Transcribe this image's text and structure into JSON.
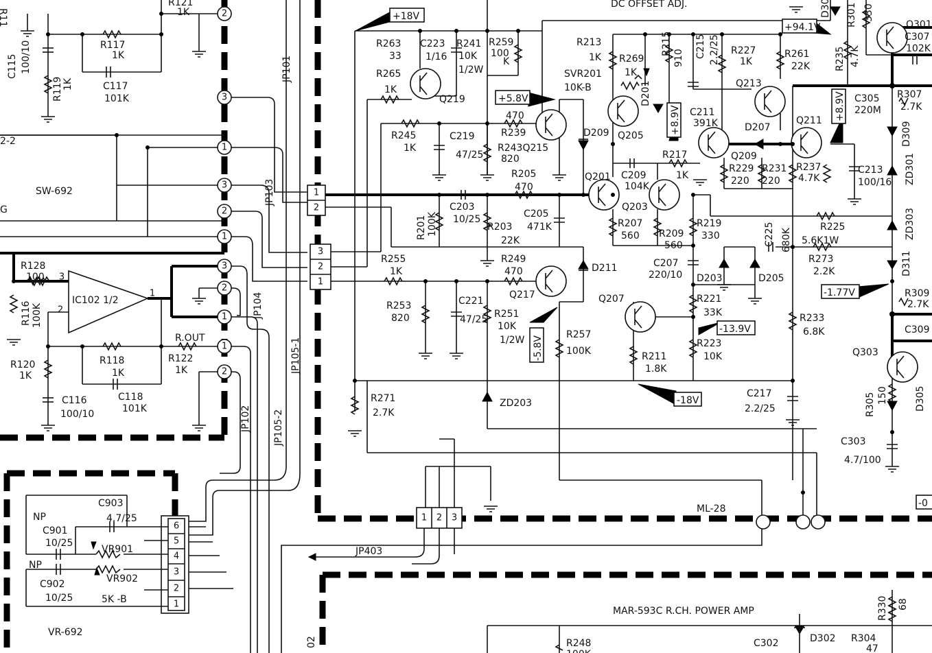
{
  "title_top": "DC OFFSET ADJ.",
  "title_power_amp": "MAR-593C  R.CH. POWER AMP",
  "boards": {
    "sw": "SW-692",
    "vr": "VR-692",
    "ml": "ML-28"
  },
  "jumpers": {
    "jp101": "JP101",
    "jp102": "JP102",
    "jp103": "JP103",
    "jp104": "JP104",
    "jp105_1": "JP105-1",
    "jp105_2": "JP105-2",
    "jp403": "JP403"
  },
  "net_labels": {
    "left_22": "2-2",
    "left_g": "G",
    "rout": "R.OUT"
  },
  "voltages": {
    "plus18": "+18V",
    "plus5_8": "+5.8V",
    "minus5_8": "-5.8V",
    "minus18": "-18V",
    "plus94_1": "+94.1V",
    "plus8_9a": "+8.9V",
    "plus8_9b": "+8.9V",
    "minus13_9": "-13.9V",
    "minus1_77": "-1.77V",
    "minus_edge": "-0"
  },
  "components": [
    {
      "id": "r111",
      "text": "R11"
    },
    {
      "id": "r121",
      "text": "R121"
    },
    {
      "id": "r121v",
      "text": "1K"
    },
    {
      "id": "c115",
      "text": "C115"
    },
    {
      "id": "c115v",
      "text": "100/10"
    },
    {
      "id": "r119",
      "text": "R119"
    },
    {
      "id": "r119v",
      "text": "1K"
    },
    {
      "id": "r117",
      "text": "R117"
    },
    {
      "id": "r117v",
      "text": "1K"
    },
    {
      "id": "c117",
      "text": "C117"
    },
    {
      "id": "c117v",
      "text": "101K"
    },
    {
      "id": "r128",
      "text": "R128"
    },
    {
      "id": "r128v",
      "text": "100"
    },
    {
      "id": "r116",
      "text": "R116"
    },
    {
      "id": "r116v",
      "text": "100K"
    },
    {
      "id": "ic102",
      "text": "IC102 1/2"
    },
    {
      "id": "r118",
      "text": "R118"
    },
    {
      "id": "r118v",
      "text": "1K"
    },
    {
      "id": "c118",
      "text": "C118"
    },
    {
      "id": "c118v",
      "text": "101K"
    },
    {
      "id": "r120",
      "text": "R120"
    },
    {
      "id": "r120v",
      "text": "1K"
    },
    {
      "id": "c116",
      "text": "C116"
    },
    {
      "id": "c116v",
      "text": "100/10"
    },
    {
      "id": "r122",
      "text": "R122"
    },
    {
      "id": "r122v",
      "text": "1K"
    },
    {
      "id": "c903",
      "text": "C903"
    },
    {
      "id": "c903v",
      "text": "4.7/25"
    },
    {
      "id": "np1",
      "text": "NP"
    },
    {
      "id": "c901",
      "text": "C901"
    },
    {
      "id": "c901v",
      "text": "10/25"
    },
    {
      "id": "vr901",
      "text": "VR901"
    },
    {
      "id": "np2",
      "text": "NP"
    },
    {
      "id": "vr902",
      "text": "VR902"
    },
    {
      "id": "c902",
      "text": "C902"
    },
    {
      "id": "c902v",
      "text": "10/25"
    },
    {
      "id": "vr902v",
      "text": "5K -B"
    },
    {
      "id": "r263",
      "text": "R263"
    },
    {
      "id": "r263v",
      "text": "33"
    },
    {
      "id": "c223",
      "text": "C223"
    },
    {
      "id": "c223v",
      "text": "1/16"
    },
    {
      "id": "r241",
      "text": "R241"
    },
    {
      "id": "r241v",
      "text": "10K"
    },
    {
      "id": "r241w",
      "text": "1/2W"
    },
    {
      "id": "r259",
      "text": "R259"
    },
    {
      "id": "r259v",
      "text": "100"
    },
    {
      "id": "r259k",
      "text": "K"
    },
    {
      "id": "r265",
      "text": "R265"
    },
    {
      "id": "r265v",
      "text": "1K"
    },
    {
      "id": "q219",
      "text": "Q219"
    },
    {
      "id": "r245",
      "text": "R245"
    },
    {
      "id": "r245v",
      "text": "1K"
    },
    {
      "id": "c219",
      "text": "C219"
    },
    {
      "id": "c219v",
      "text": "47/25"
    },
    {
      "id": "r239n",
      "text": "470"
    },
    {
      "id": "r239",
      "text": "R239"
    },
    {
      "id": "r243",
      "text": "R243Q215"
    },
    {
      "id": "r243v",
      "text": "820"
    },
    {
      "id": "r205",
      "text": "R205"
    },
    {
      "id": "r205v",
      "text": "470"
    },
    {
      "id": "r213",
      "text": "R213"
    },
    {
      "id": "r213v",
      "text": "1K"
    },
    {
      "id": "r269",
      "text": "R269"
    },
    {
      "id": "r269v",
      "text": "1K"
    },
    {
      "id": "r215",
      "text": "R215"
    },
    {
      "id": "r215v",
      "text": "910"
    },
    {
      "id": "c215",
      "text": "C215"
    },
    {
      "id": "c215v",
      "text": "2.2/25"
    },
    {
      "id": "r227",
      "text": "R227"
    },
    {
      "id": "r227v",
      "text": "1K"
    },
    {
      "id": "r261",
      "text": "R261"
    },
    {
      "id": "r261v",
      "text": "22K"
    },
    {
      "id": "r235",
      "text": "R235"
    },
    {
      "id": "r235v",
      "text": "4.7K"
    },
    {
      "id": "r301",
      "text": "R301"
    },
    {
      "id": "r301v",
      "text": "330"
    },
    {
      "id": "d30",
      "text": "D30"
    },
    {
      "id": "q301",
      "text": "Q301"
    },
    {
      "id": "c307",
      "text": "C307"
    },
    {
      "id": "c307v",
      "text": "102K"
    },
    {
      "id": "svr201",
      "text": "SVR201"
    },
    {
      "id": "svr201v",
      "text": "10K-B"
    },
    {
      "id": "d201",
      "text": "D201"
    },
    {
      "id": "q213",
      "text": "Q213"
    },
    {
      "id": "c305",
      "text": "C305"
    },
    {
      "id": "c305v",
      "text": "220M"
    },
    {
      "id": "r307",
      "text": "R307"
    },
    {
      "id": "r307v",
      "text": "2.7K"
    },
    {
      "id": "d209",
      "text": "D209"
    },
    {
      "id": "q205",
      "text": "Q205"
    },
    {
      "id": "c211",
      "text": "C211"
    },
    {
      "id": "c211v",
      "text": "391K"
    },
    {
      "id": "d207",
      "text": "D207"
    },
    {
      "id": "q211",
      "text": "Q211"
    },
    {
      "id": "d309",
      "text": "D309"
    },
    {
      "id": "r217",
      "text": "R217"
    },
    {
      "id": "r217v",
      "text": "1K"
    },
    {
      "id": "q209",
      "text": "Q209"
    },
    {
      "id": "r229",
      "text": "R229"
    },
    {
      "id": "r229v",
      "text": "220"
    },
    {
      "id": "r231",
      "text": "R231"
    },
    {
      "id": "r231v",
      "text": "220"
    },
    {
      "id": "r237",
      "text": "R237"
    },
    {
      "id": "r237v",
      "text": "4.7K"
    },
    {
      "id": "c213",
      "text": "C213"
    },
    {
      "id": "c213v",
      "text": "100/16"
    },
    {
      "id": "zd301",
      "text": "ZD301"
    },
    {
      "id": "r201",
      "text": "R201"
    },
    {
      "id": "r201v",
      "text": "100K"
    },
    {
      "id": "c203",
      "text": "C203"
    },
    {
      "id": "c203v",
      "text": "10/25"
    },
    {
      "id": "r203",
      "text": "R203"
    },
    {
      "id": "r203v",
      "text": "22K"
    },
    {
      "id": "c205",
      "text": "C205"
    },
    {
      "id": "c205v",
      "text": "471K"
    },
    {
      "id": "q201",
      "text": "Q201"
    },
    {
      "id": "c209",
      "text": "C209"
    },
    {
      "id": "c209v",
      "text": "104K"
    },
    {
      "id": "q203",
      "text": "Q203"
    },
    {
      "id": "r207",
      "text": "R207"
    },
    {
      "id": "r207v",
      "text": "560"
    },
    {
      "id": "r209",
      "text": "R209"
    },
    {
      "id": "r209v",
      "text": "560"
    },
    {
      "id": "r219",
      "text": "R219"
    },
    {
      "id": "r219v",
      "text": "330"
    },
    {
      "id": "c225",
      "text": "C225"
    },
    {
      "id": "c225v",
      "text": "680K"
    },
    {
      "id": "r225",
      "text": "R225"
    },
    {
      "id": "r225v",
      "text": "5.6K1W"
    },
    {
      "id": "zd303",
      "text": "ZD303"
    },
    {
      "id": "r255",
      "text": "R255"
    },
    {
      "id": "r255v",
      "text": "1K"
    },
    {
      "id": "r249",
      "text": "R249"
    },
    {
      "id": "r249v",
      "text": "470"
    },
    {
      "id": "c207",
      "text": "C207"
    },
    {
      "id": "c207v",
      "text": "220/10"
    },
    {
      "id": "d203",
      "text": "D203"
    },
    {
      "id": "d205",
      "text": "D205"
    },
    {
      "id": "r273",
      "text": "R273"
    },
    {
      "id": "r273v",
      "text": "2.2K"
    },
    {
      "id": "d211",
      "text": "D211"
    },
    {
      "id": "d311",
      "text": "D311"
    },
    {
      "id": "r309",
      "text": "R309"
    },
    {
      "id": "r309v",
      "text": "2.7K"
    },
    {
      "id": "r253",
      "text": "R253"
    },
    {
      "id": "r253v",
      "text": "820"
    },
    {
      "id": "c221",
      "text": "C221"
    },
    {
      "id": "c221v",
      "text": "47/25"
    },
    {
      "id": "q217",
      "text": "Q217"
    },
    {
      "id": "r251",
      "text": "R251"
    },
    {
      "id": "r251v",
      "text": "10K"
    },
    {
      "id": "r251w",
      "text": "1/2W"
    },
    {
      "id": "q207",
      "text": "Q207"
    },
    {
      "id": "r221",
      "text": "R221"
    },
    {
      "id": "r221v",
      "text": "33K"
    },
    {
      "id": "r233",
      "text": "R233"
    },
    {
      "id": "r233v",
      "text": "6.8K"
    },
    {
      "id": "c309",
      "text": "C309"
    },
    {
      "id": "r257",
      "text": "R257"
    },
    {
      "id": "r257v",
      "text": "100K"
    },
    {
      "id": "r223",
      "text": "R223"
    },
    {
      "id": "r223v",
      "text": "10K"
    },
    {
      "id": "r211",
      "text": "R211"
    },
    {
      "id": "r211v",
      "text": "1.8K"
    },
    {
      "id": "q303",
      "text": "Q303"
    },
    {
      "id": "r305",
      "text": "R305"
    },
    {
      "id": "r305v",
      "text": "150"
    },
    {
      "id": "d305",
      "text": "D305"
    },
    {
      "id": "r271",
      "text": "R271"
    },
    {
      "id": "r271v",
      "text": "2.7K"
    },
    {
      "id": "zd203",
      "text": "ZD203"
    },
    {
      "id": "c217",
      "text": "C217"
    },
    {
      "id": "c217v",
      "text": "2.2/25"
    },
    {
      "id": "c303",
      "text": "C303"
    },
    {
      "id": "c303v",
      "text": "4.7/100"
    },
    {
      "id": "r330",
      "text": "R330"
    },
    {
      "id": "r330v",
      "text": "68"
    },
    {
      "id": "r248",
      "text": "R248"
    },
    {
      "id": "r248v",
      "text": "100K"
    },
    {
      "id": "c302",
      "text": "C302"
    },
    {
      "id": "d302",
      "text": "D302"
    },
    {
      "id": "r304",
      "text": "R304"
    },
    {
      "id": "r304v",
      "text": "47"
    },
    {
      "id": "left02",
      "text": "02"
    }
  ],
  "connector_pins": {
    "sw_left": [
      "2",
      "3",
      "1",
      "3",
      "2",
      "1",
      "3",
      "2",
      "1",
      "1",
      "2"
    ],
    "jp_12": [
      "1",
      "2"
    ],
    "jp_321": [
      "3",
      "2",
      "1"
    ],
    "bottom_123": [
      "1",
      "2",
      "3"
    ],
    "vr": [
      "6",
      "5",
      "4",
      "3",
      "2",
      "1"
    ],
    "ic_pins": [
      "3",
      "2",
      "1"
    ]
  }
}
